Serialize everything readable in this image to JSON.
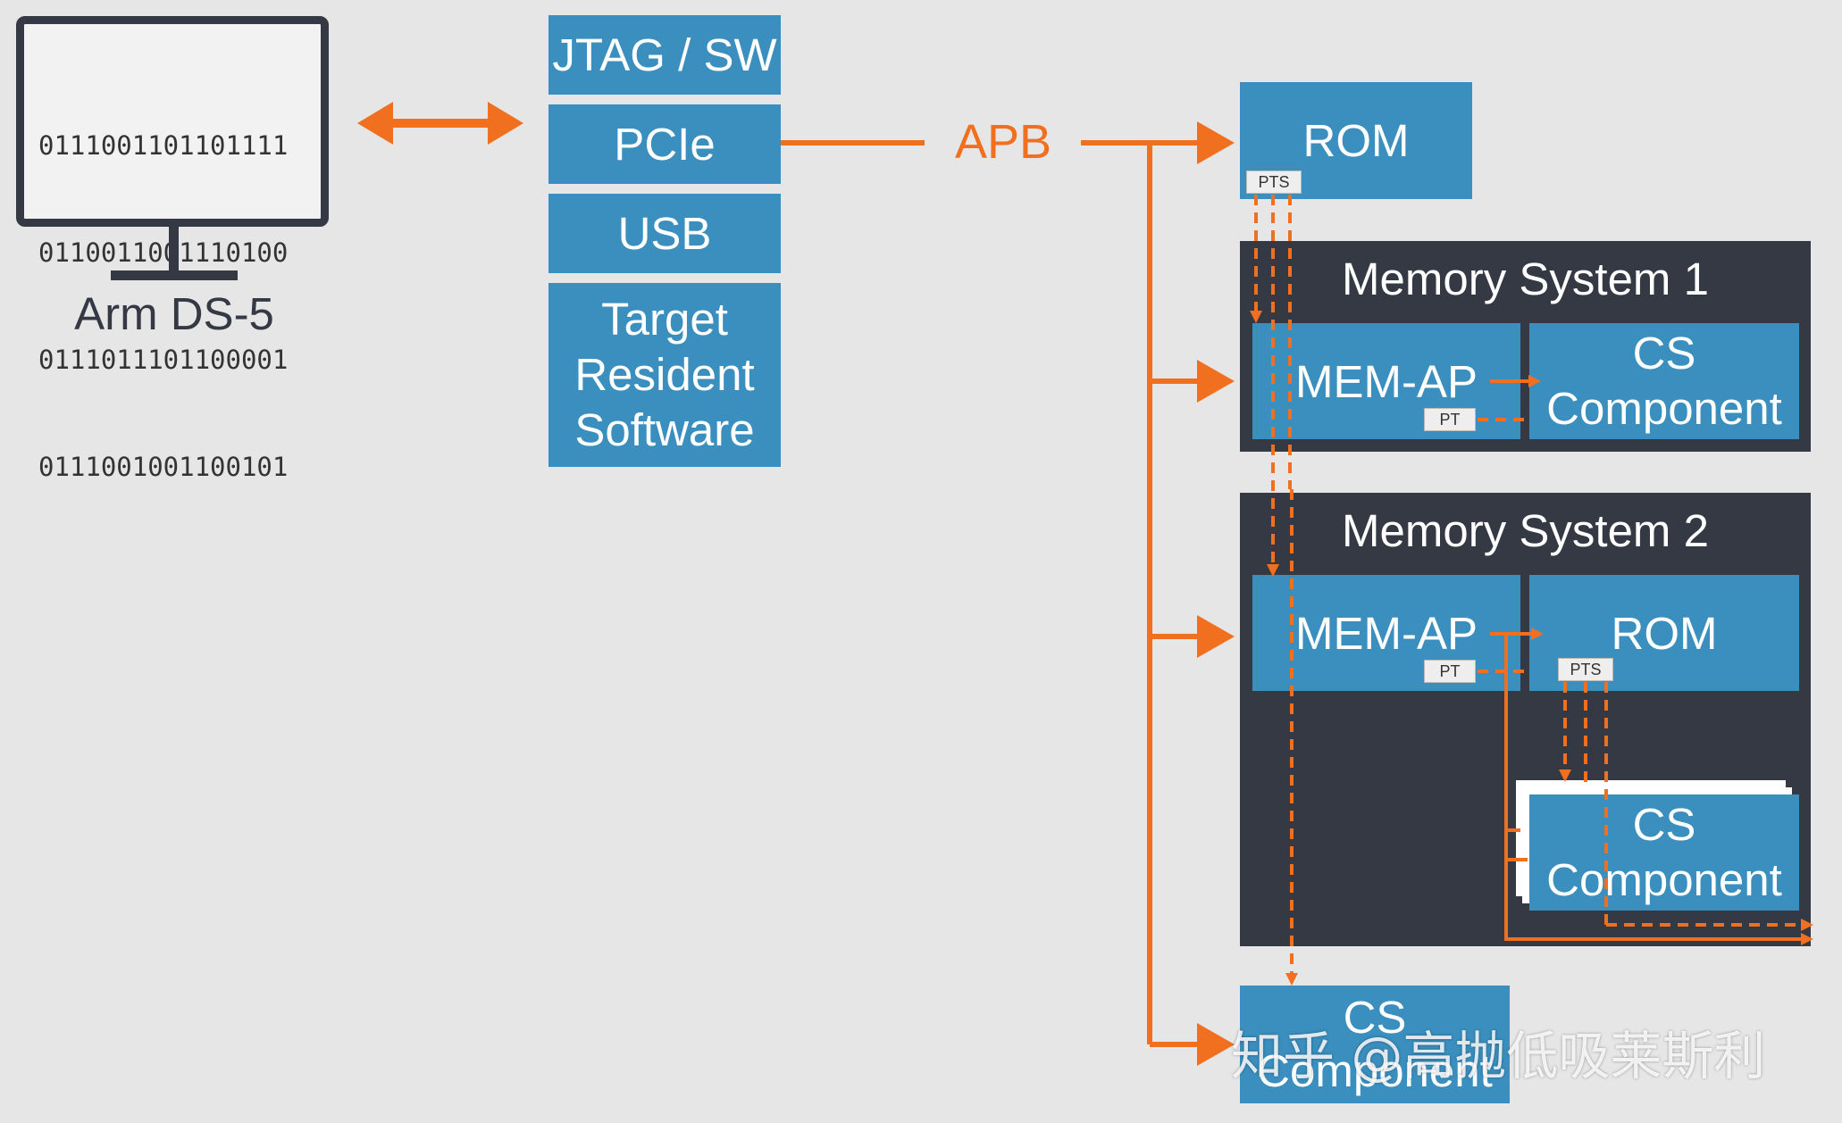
{
  "host": {
    "screen_lines": [
      "0111001101101111",
      "0110011001110100",
      "0111011101100001",
      "0111001001100101"
    ],
    "label": "Arm DS-5"
  },
  "interfaces": {
    "jtag": "JTAG / SW",
    "pcie": "PCIe",
    "usb": "USB",
    "trs_line1": "Target",
    "trs_line2": "Resident",
    "trs_line3": "Software"
  },
  "bus_label": "APB",
  "rom_top": {
    "label": "ROM",
    "tag": "PTS"
  },
  "memory_system_1": {
    "title": "Memory System 1",
    "mem_ap": "MEM-AP",
    "pt_tag": "PT",
    "cs_line1": "CS",
    "cs_line2": "Component"
  },
  "memory_system_2": {
    "title": "Memory System 2",
    "mem_ap": "MEM-AP",
    "pt_tag": "PT",
    "rom": "ROM",
    "rom_tag": "PTS",
    "cs_line1": "CS",
    "cs_line2": "Component"
  },
  "bottom_cs": {
    "line1": "CS",
    "line2": "Component"
  },
  "watermark": "知乎 @高抛低吸莱斯利",
  "colors": {
    "orange": "#f07020",
    "blue": "#3a8fbf",
    "dark": "#353944",
    "background": "#e6e6e6"
  }
}
